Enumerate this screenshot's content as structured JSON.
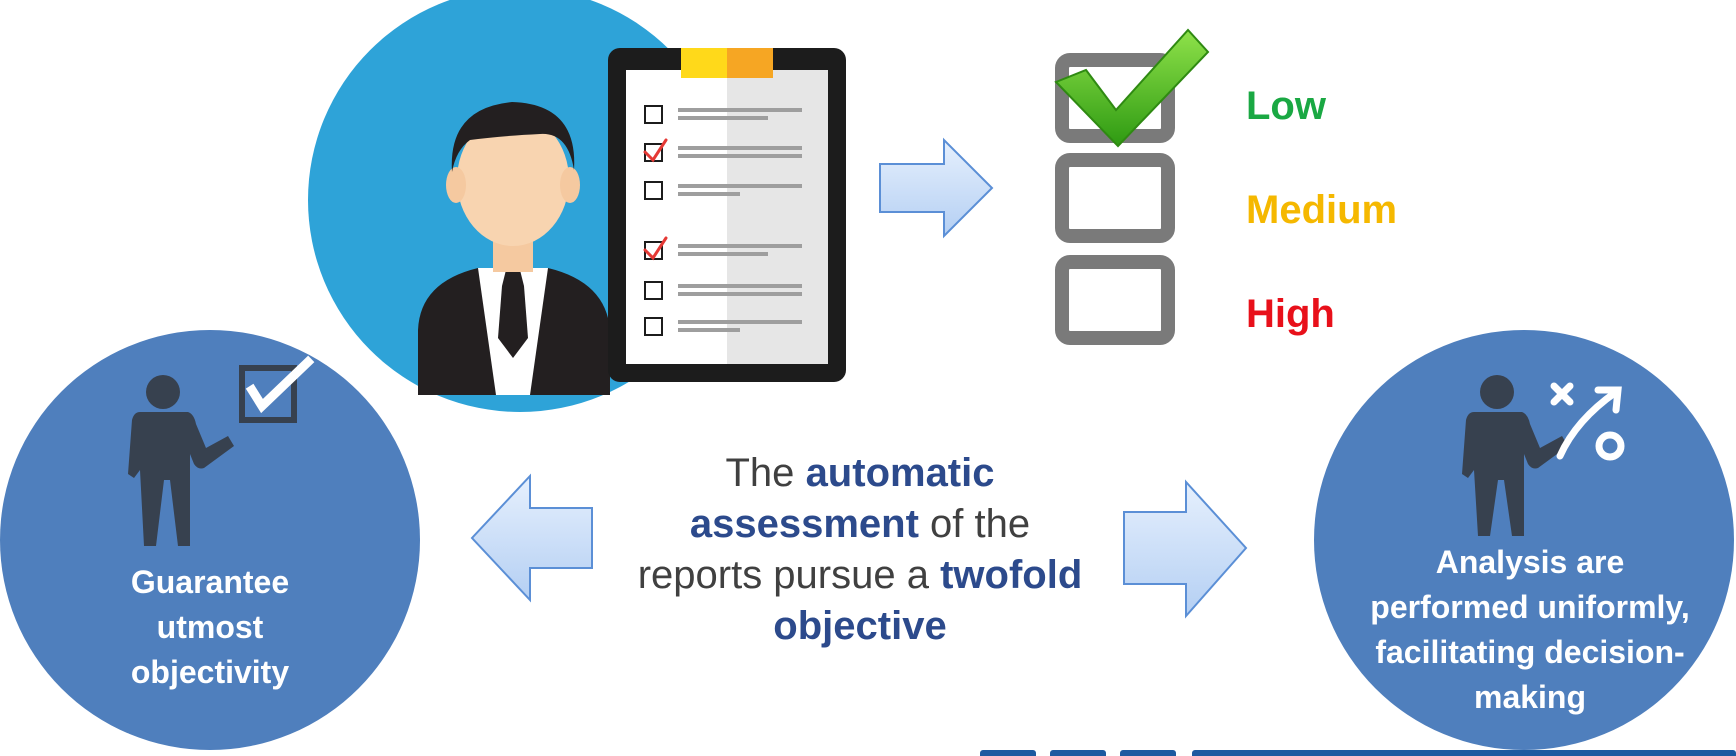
{
  "levels": [
    {
      "label": "Low",
      "color": "#1aa843",
      "checked": true
    },
    {
      "label": "Medium",
      "color": "#f5b800",
      "checked": false
    },
    {
      "label": "High",
      "color": "#e8101a",
      "checked": false
    }
  ],
  "center": {
    "w1": "The",
    "w2": "automatic",
    "w3": "assessment",
    "w4": "of the",
    "w5": "reports pursue a",
    "w6": "twofold",
    "w7": "objective"
  },
  "left_circle": {
    "line1": "Guarantee",
    "line2": "utmost",
    "line3": "objectivity"
  },
  "right_circle": {
    "line1": "Analysis are",
    "line2": "performed uniformly,",
    "line3": "facilitating decision-",
    "line4": "making"
  },
  "colors": {
    "circle_blue": "#4f7fbd",
    "sky_blue": "#2ea3d8",
    "arrow_fill": "#c6dcf7",
    "arrow_stroke": "#5b8fd6",
    "highlight_text": "#2c4a8c",
    "body_text": "#404040"
  },
  "icons": [
    "person-icon",
    "clipboard-icon",
    "checkmark-icon",
    "presenter-icon",
    "strategy-icon"
  ]
}
